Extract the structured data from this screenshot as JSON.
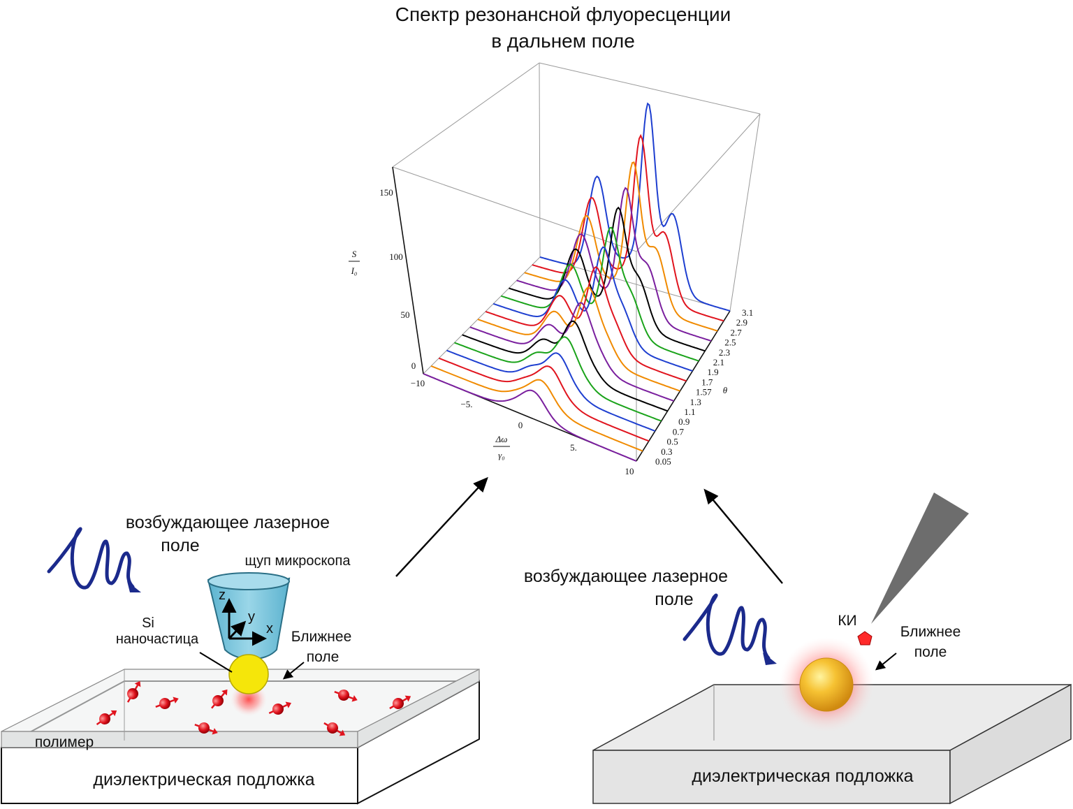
{
  "title": {
    "line1": "Спектр резонансной флуоресценции",
    "line2": "в дальнем поле"
  },
  "plot": {
    "zlabel_num": "S",
    "zlabel_den": "I₀",
    "xlabel_num": "Δω",
    "xlabel_den": "γ₀",
    "ylabel": "θ",
    "z_ticks": [
      "0",
      "50",
      "100",
      "150"
    ],
    "x_ticks": [
      "−10",
      "−5.",
      "0",
      "5.",
      "10"
    ],
    "theta_ticks": [
      "0.05",
      "0.3",
      "0.5",
      "0.7",
      "0.9",
      "1.1",
      "1.3",
      "1.57",
      "1.7",
      "1.9",
      "2.1",
      "2.3",
      "2.5",
      "2.7",
      "2.9",
      "3.1"
    ]
  },
  "left_panel": {
    "laser_line1": "возбуждающее лазерное",
    "laser_line2": "поле",
    "probe_label": "щуп микроскопа",
    "si_label_line1": "Si",
    "si_label_line2": "наночастица",
    "near_field_line1": "Ближнее",
    "near_field_line2": "поле",
    "axis_z": "z",
    "axis_y": "y",
    "axis_x": "x",
    "polymer_label": "полимер",
    "substrate_label": "диэлектрическая подложка"
  },
  "right_panel": {
    "laser_line1": "возбуждающее лазерное",
    "laser_line2": "поле",
    "qd_label": "КИ",
    "near_field_line1": "Ближнее",
    "near_field_line2": "поле",
    "substrate_label": "диэлектрическая подложка"
  },
  "colors": {
    "curves": [
      "#7a1f9e",
      "#f08a00",
      "#e0141e",
      "#1e3fd0",
      "#1aa31a",
      "#000000"
    ],
    "wave": "#1b2a8c",
    "dipole": "#e0141e",
    "particle": "#f2e000",
    "probe": "#7cc6dc"
  }
}
